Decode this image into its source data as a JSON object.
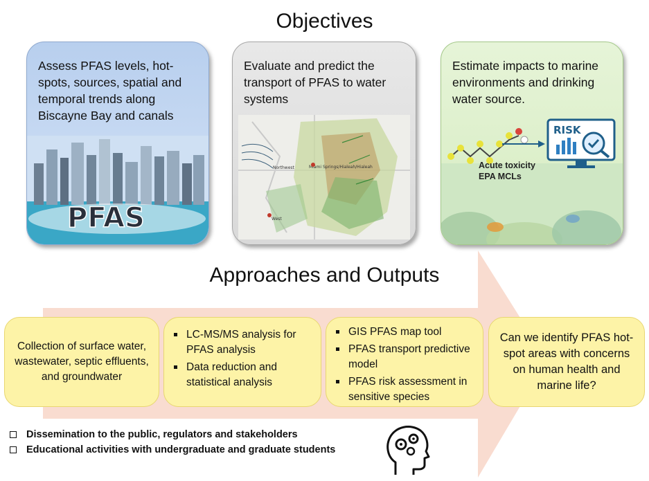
{
  "objectives": {
    "title": "Objectives",
    "cards": [
      {
        "text": "Assess PFAS levels, hot-spots, sources, spatial and temporal trends along Biscayne Bay and canals",
        "image_label": "PFAS"
      },
      {
        "text": "Evaluate and predict the transport of PFAS to water systems",
        "map_labels": [
          "Northwest",
          "Miami Springs/Hialeah/Hialeah",
          "West"
        ]
      },
      {
        "text": "Estimate impacts to marine environments and drinking water source.",
        "risk_label": "RISK",
        "toxicity_lines": [
          "Acute toxicity",
          "EPA MCLs"
        ]
      }
    ]
  },
  "approaches": {
    "title": "Approaches and Outputs",
    "box1": "Collection of surface water, wastewater, septic effluents, and groundwater",
    "box2": [
      "LC-MS/MS  analysis for PFAS analysis",
      "Data reduction and statistical analysis"
    ],
    "box3": [
      "GIS PFAS map tool",
      "PFAS transport predictive  model",
      "PFAS risk assessment in sensitive species"
    ],
    "box4": "Can we identify PFAS hot-spot areas with concerns on human health and marine life?"
  },
  "bottom": [
    "Dissemination to the public, regulators and stakeholders",
    "Educational activities with undergraduate  and graduate students"
  ],
  "colors": {
    "arrow": "#f9dcd0",
    "card_blue": "#c4d7f1",
    "card_gray": "#dedede",
    "card_green": "#dcefca",
    "box_yellow": "#fdf3a7"
  }
}
